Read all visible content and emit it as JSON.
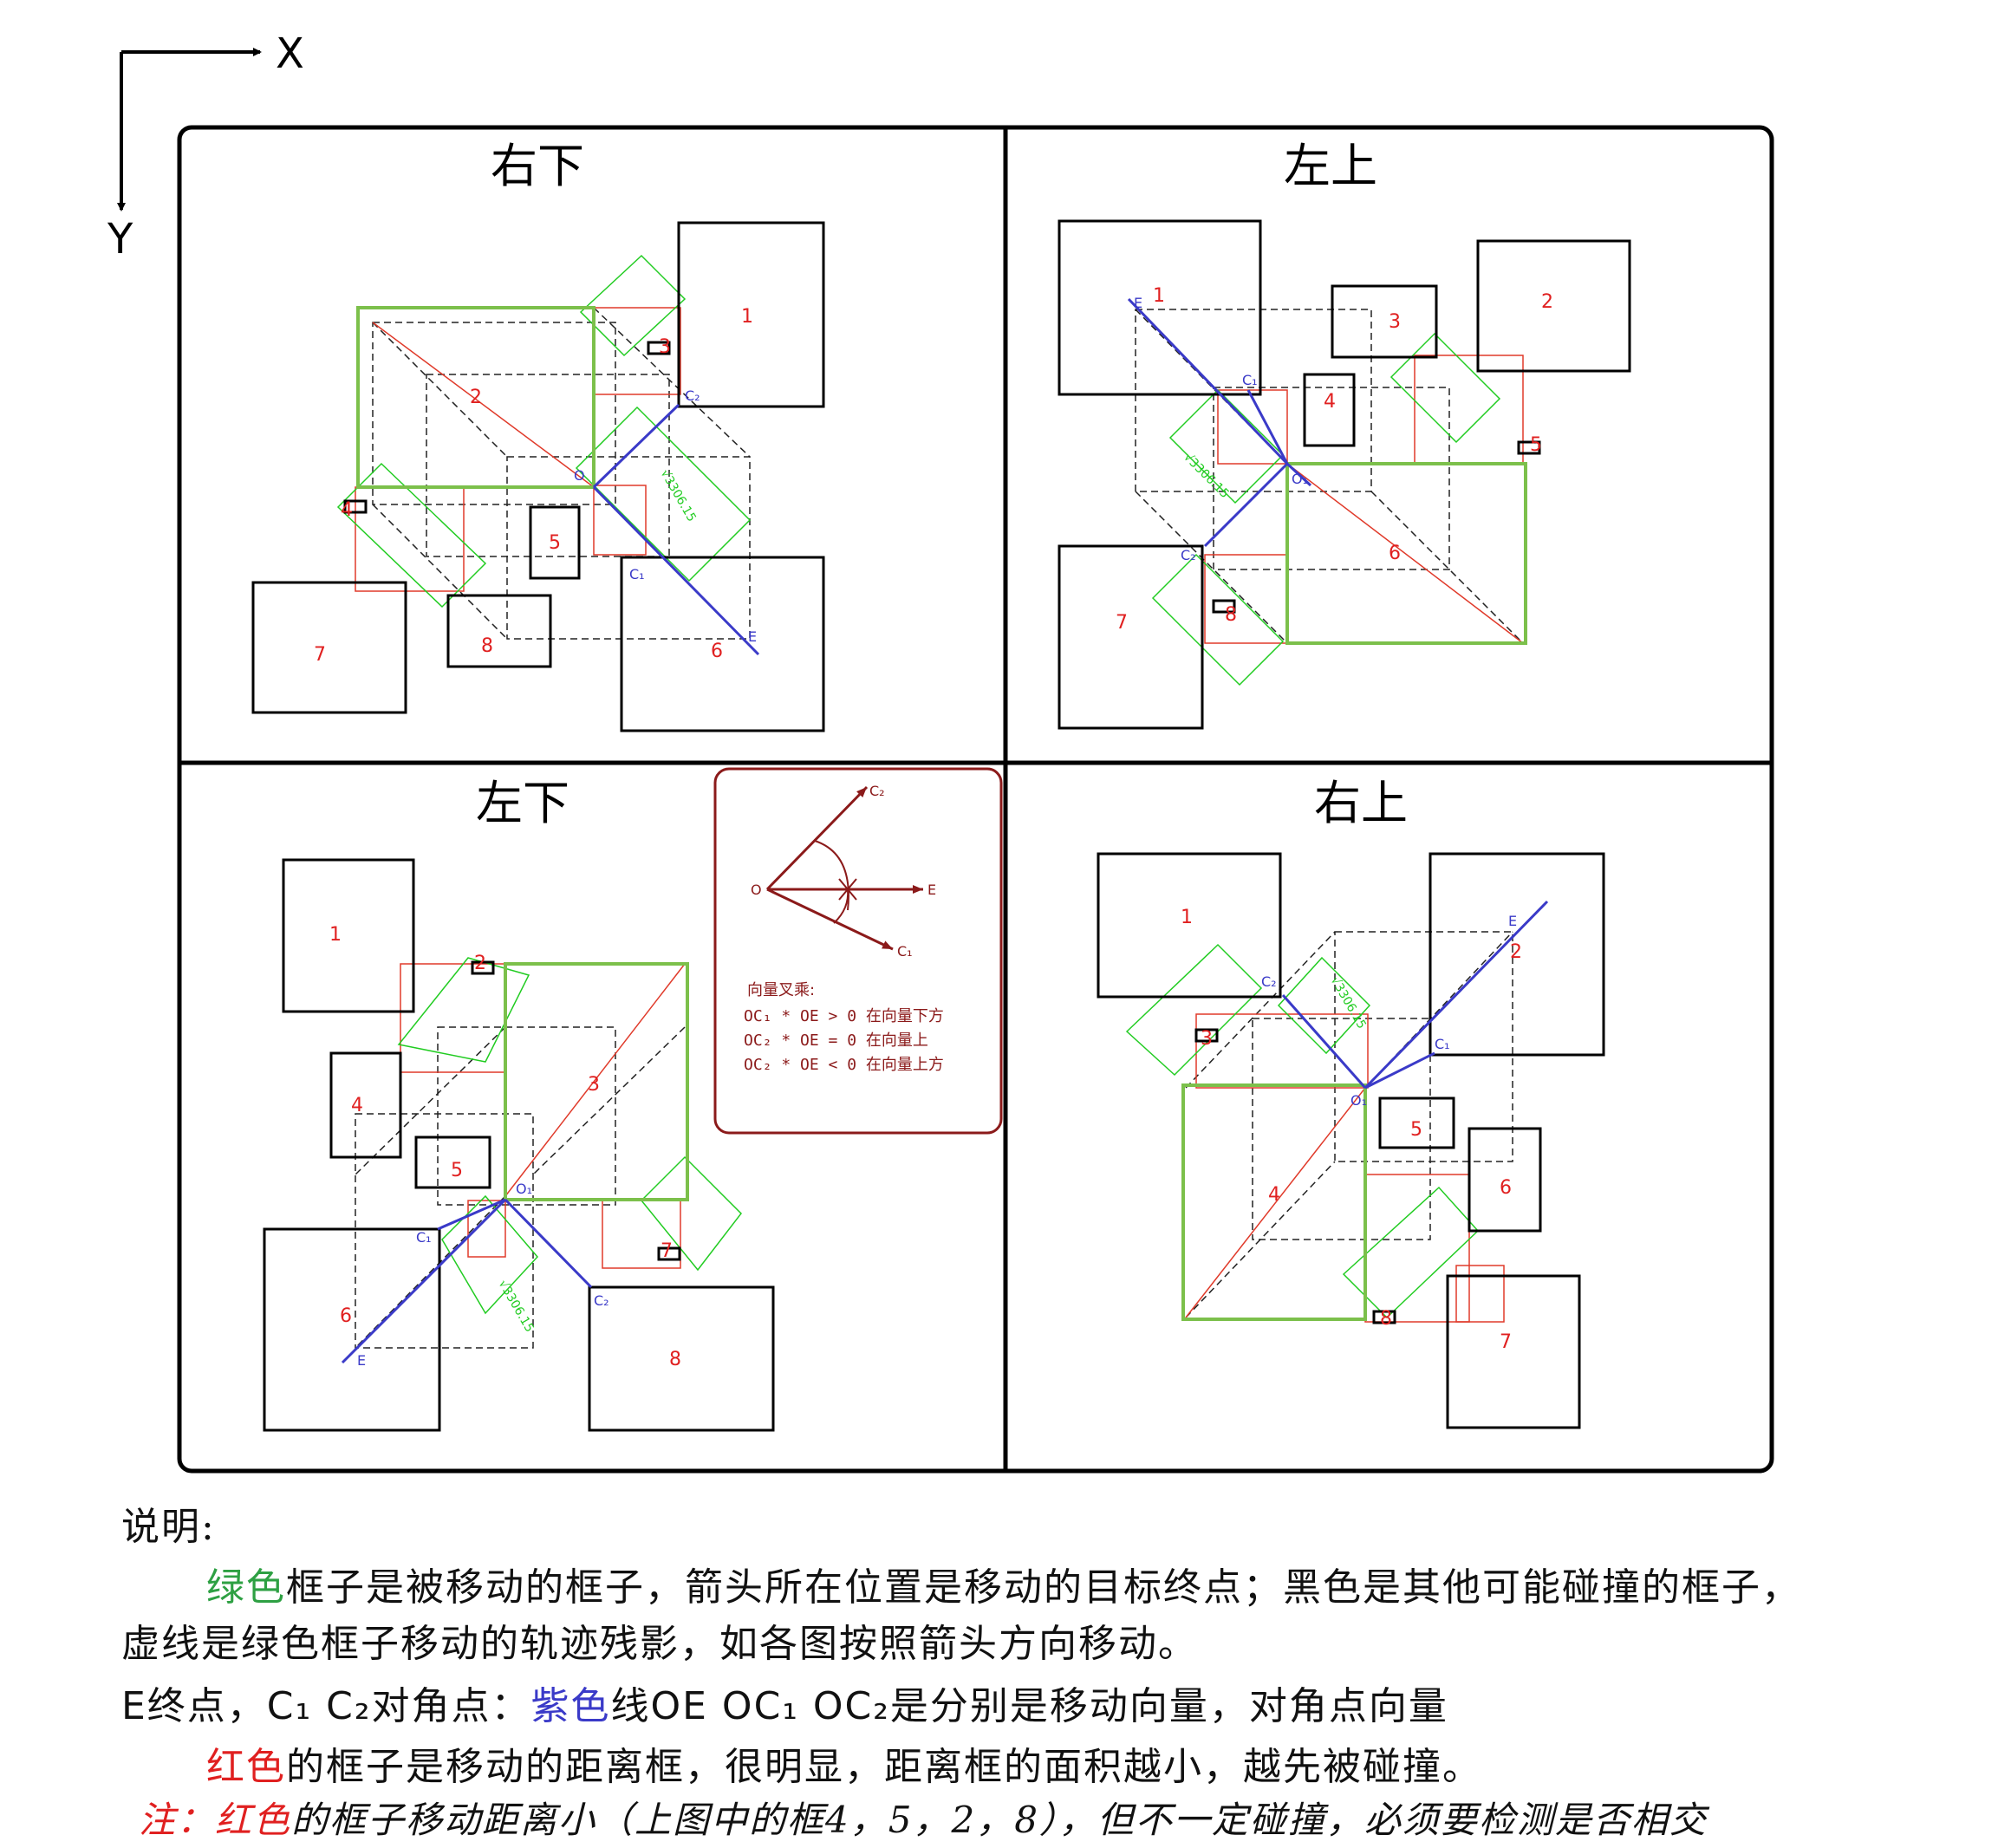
{
  "axes": {
    "x": "X",
    "y": "Y"
  },
  "quadrants": [
    {
      "title": "右下",
      "boxes": [
        "1",
        "2",
        "3",
        "4",
        "5",
        "6",
        "7",
        "8"
      ],
      "points": [
        "O",
        "C₁",
        "C₂",
        "E"
      ],
      "dim": "√3306.15"
    },
    {
      "title": "左上",
      "boxes": [
        "1",
        "2",
        "3",
        "4",
        "5",
        "6",
        "7",
        "8"
      ],
      "points": [
        "O₁",
        "C₁",
        "C₂",
        "E"
      ],
      "dim": "√3306.15"
    },
    {
      "title": "左下",
      "boxes": [
        "1",
        "2",
        "3",
        "4",
        "5",
        "6",
        "7",
        "8"
      ],
      "points": [
        "O₁",
        "C₁",
        "C₂",
        "E"
      ],
      "dim": "√3306.15"
    },
    {
      "title": "右上",
      "boxes": [
        "1",
        "2",
        "3",
        "4",
        "5",
        "6",
        "7",
        "8"
      ],
      "points": [
        "O₁",
        "C₁",
        "C₂",
        "E"
      ],
      "dim": "√3306.15"
    }
  ],
  "inset": {
    "labels": {
      "o": "O",
      "e": "E",
      "c1": "C₁",
      "c2": "C₂"
    },
    "heading": "向量叉乘:",
    "lines": [
      "OC₁ * OE > 0 在向量下方",
      "OC₂ * OE = 0 在向量上",
      "OC₂ * OE < 0 在向量上方"
    ]
  },
  "notes": {
    "title": "说明:",
    "l1_green": "绿色",
    "l1_rest": "框子是被移动的框子，箭头所在位置是移动的目标终点；黑色是其他可能碰撞的框子，",
    "l2": "虚线是绿色框子移动的轨迹残影，如各图按照箭头方向移动。",
    "l3_a": "E终点，C₁ C₂对角点：",
    "l3_purple": "紫色",
    "l3_b": "线OE OC₁ OC₂是分别是移动向量，对角点向量",
    "l4_red": "红色",
    "l4_rest": "的框子是移动的距离框，很明显，距离框的面积越小，越先被碰撞。",
    "l5_a": "注：",
    "l5_red": "红色",
    "l5_b": "的框子移动距离小（上图中的框4，5，2，8），但不一定碰撞，必须要检测是否相交"
  },
  "colors": {
    "moving_box": "#7cc04b",
    "other_box": "#000000",
    "distance_box": "#e03a2a",
    "vector": "#3a3ac8",
    "dimension": "#22cc22",
    "inset": "#8b1a1a",
    "label": "#e02020"
  }
}
